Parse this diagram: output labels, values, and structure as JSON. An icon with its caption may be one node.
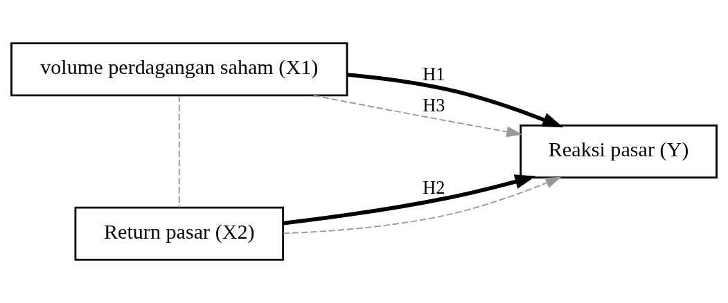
{
  "diagram": {
    "nodes": [
      {
        "text": [
          "volume perdagangan saham (X1)"
        ]
      },
      {
        "text": [
          "Return pasar (X2)"
        ]
      },
      {
        "text": [
          "Reaksi pasar (Y)"
        ]
      }
    ],
    "edges": [
      {
        "from": 0,
        "to": 2,
        "arrow": "to",
        "label": "H1",
        "style": "thick",
        "color": "#000000"
      },
      {
        "from": 1,
        "to": 2,
        "arrow": "to",
        "label": "H2",
        "style": "thick",
        "color": "#000000"
      },
      {
        "from": 0,
        "to": 1,
        "arrow": "none",
        "style": "dashed"
      },
      {
        "from": 0,
        "to": 2,
        "arrow": "to",
        "style": "dashed",
        "label": "H3"
      },
      {
        "from": 1,
        "to": 2,
        "arrow": "to",
        "style": "dashed"
      }
    ]
  }
}
